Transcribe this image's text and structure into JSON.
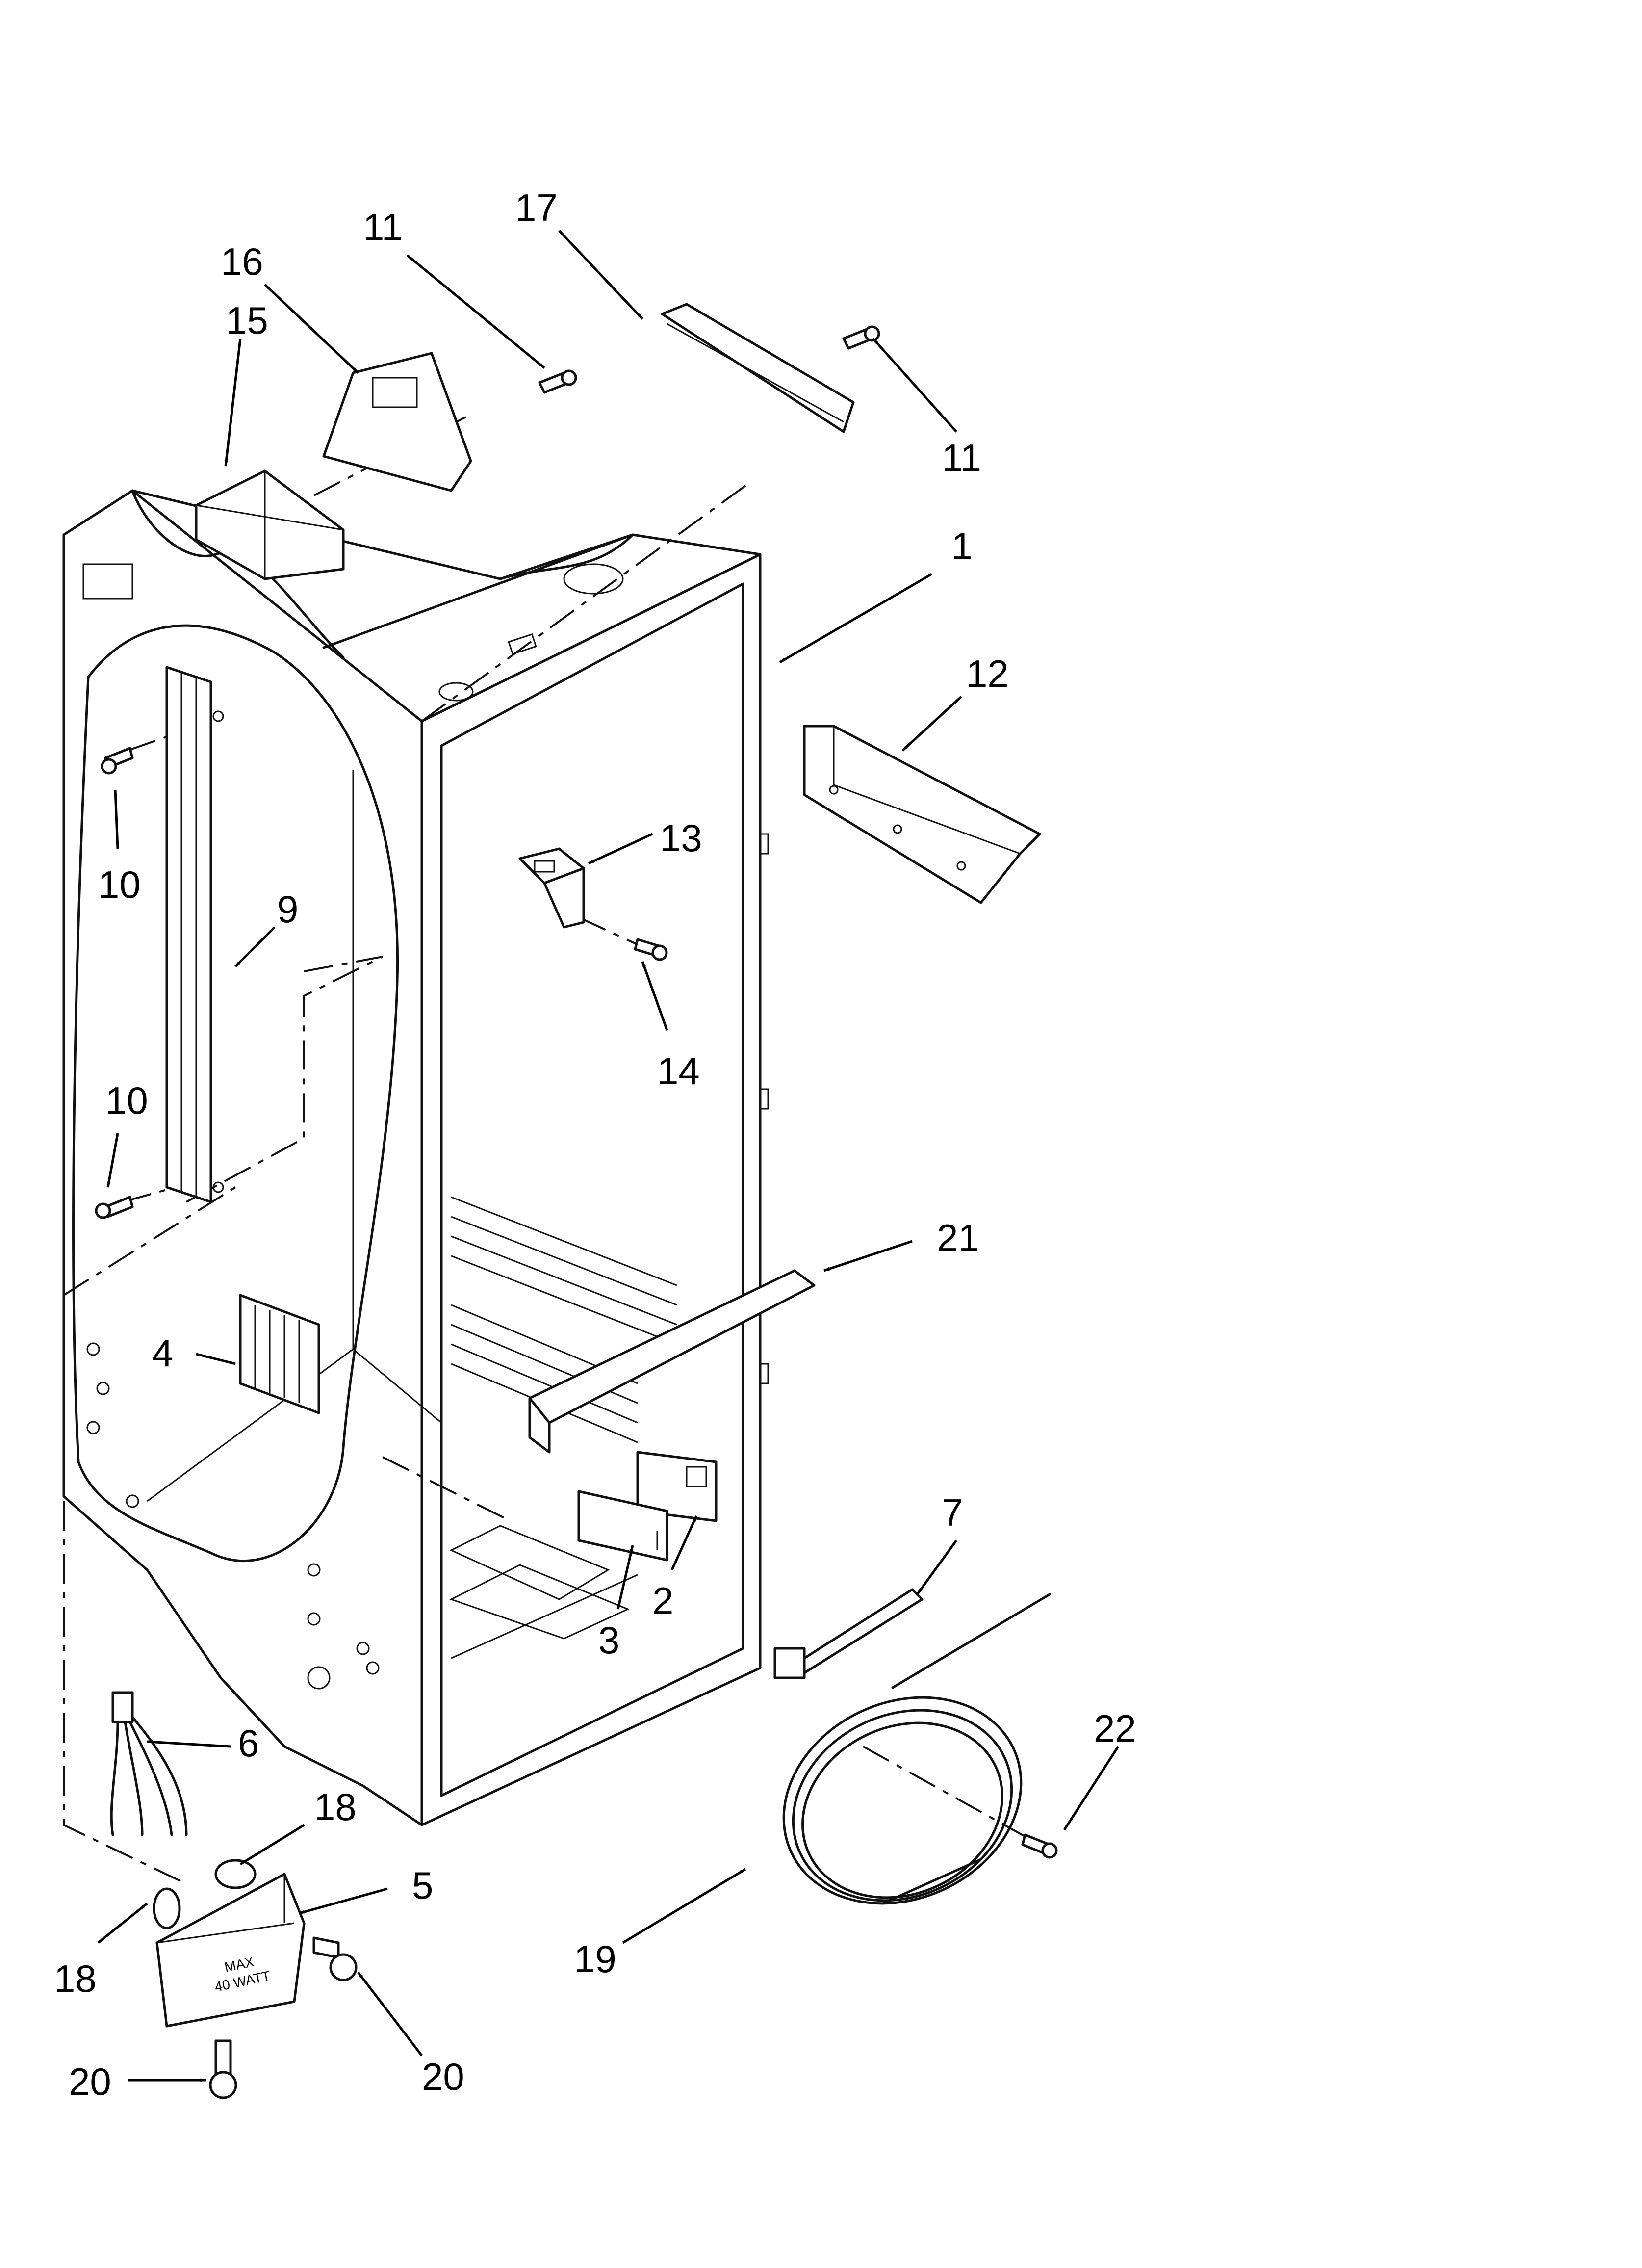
{
  "callouts": [
    {
      "id": "c1",
      "label": "1"
    },
    {
      "id": "c2",
      "label": "2"
    },
    {
      "id": "c3",
      "label": "3"
    },
    {
      "id": "c4",
      "label": "4"
    },
    {
      "id": "c5",
      "label": "5"
    },
    {
      "id": "c6",
      "label": "6"
    },
    {
      "id": "c7",
      "label": "7"
    },
    {
      "id": "c9",
      "label": "9"
    },
    {
      "id": "c10a",
      "label": "10"
    },
    {
      "id": "c10b",
      "label": "10"
    },
    {
      "id": "c11a",
      "label": "11"
    },
    {
      "id": "c11b",
      "label": "11"
    },
    {
      "id": "c12",
      "label": "12"
    },
    {
      "id": "c13",
      "label": "13"
    },
    {
      "id": "c14",
      "label": "14"
    },
    {
      "id": "c15",
      "label": "15"
    },
    {
      "id": "c16",
      "label": "16"
    },
    {
      "id": "c17",
      "label": "17"
    },
    {
      "id": "c18a",
      "label": "18"
    },
    {
      "id": "c18b",
      "label": "18"
    },
    {
      "id": "c19",
      "label": "19"
    },
    {
      "id": "c20a",
      "label": "20"
    },
    {
      "id": "c20b",
      "label": "20"
    },
    {
      "id": "c21",
      "label": "21"
    },
    {
      "id": "c22",
      "label": "22"
    }
  ],
  "light_housing_marking": {
    "line1": "MAX",
    "line2": "40 WATT"
  }
}
